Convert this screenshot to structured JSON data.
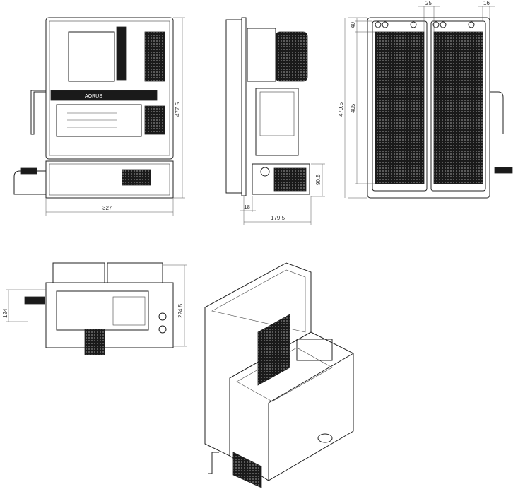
{
  "front_view": {
    "width_label": "327",
    "height_label": "477.5",
    "gpu_brand_text": "AORUS"
  },
  "side_view": {
    "offset_label": "18",
    "depth_label": "179.5",
    "psu_height_label": "90.5"
  },
  "rear_view": {
    "spacing_label": "25",
    "edge_label": "16",
    "top_offset_label": "40",
    "radiator_length_label": "405",
    "height_label": "479.5"
  },
  "top_view": {
    "inner_label": "124",
    "depth_label": "224.5"
  },
  "colors": {
    "line": "#222222",
    "mesh": "#1a1a1a",
    "background": "#ffffff"
  }
}
